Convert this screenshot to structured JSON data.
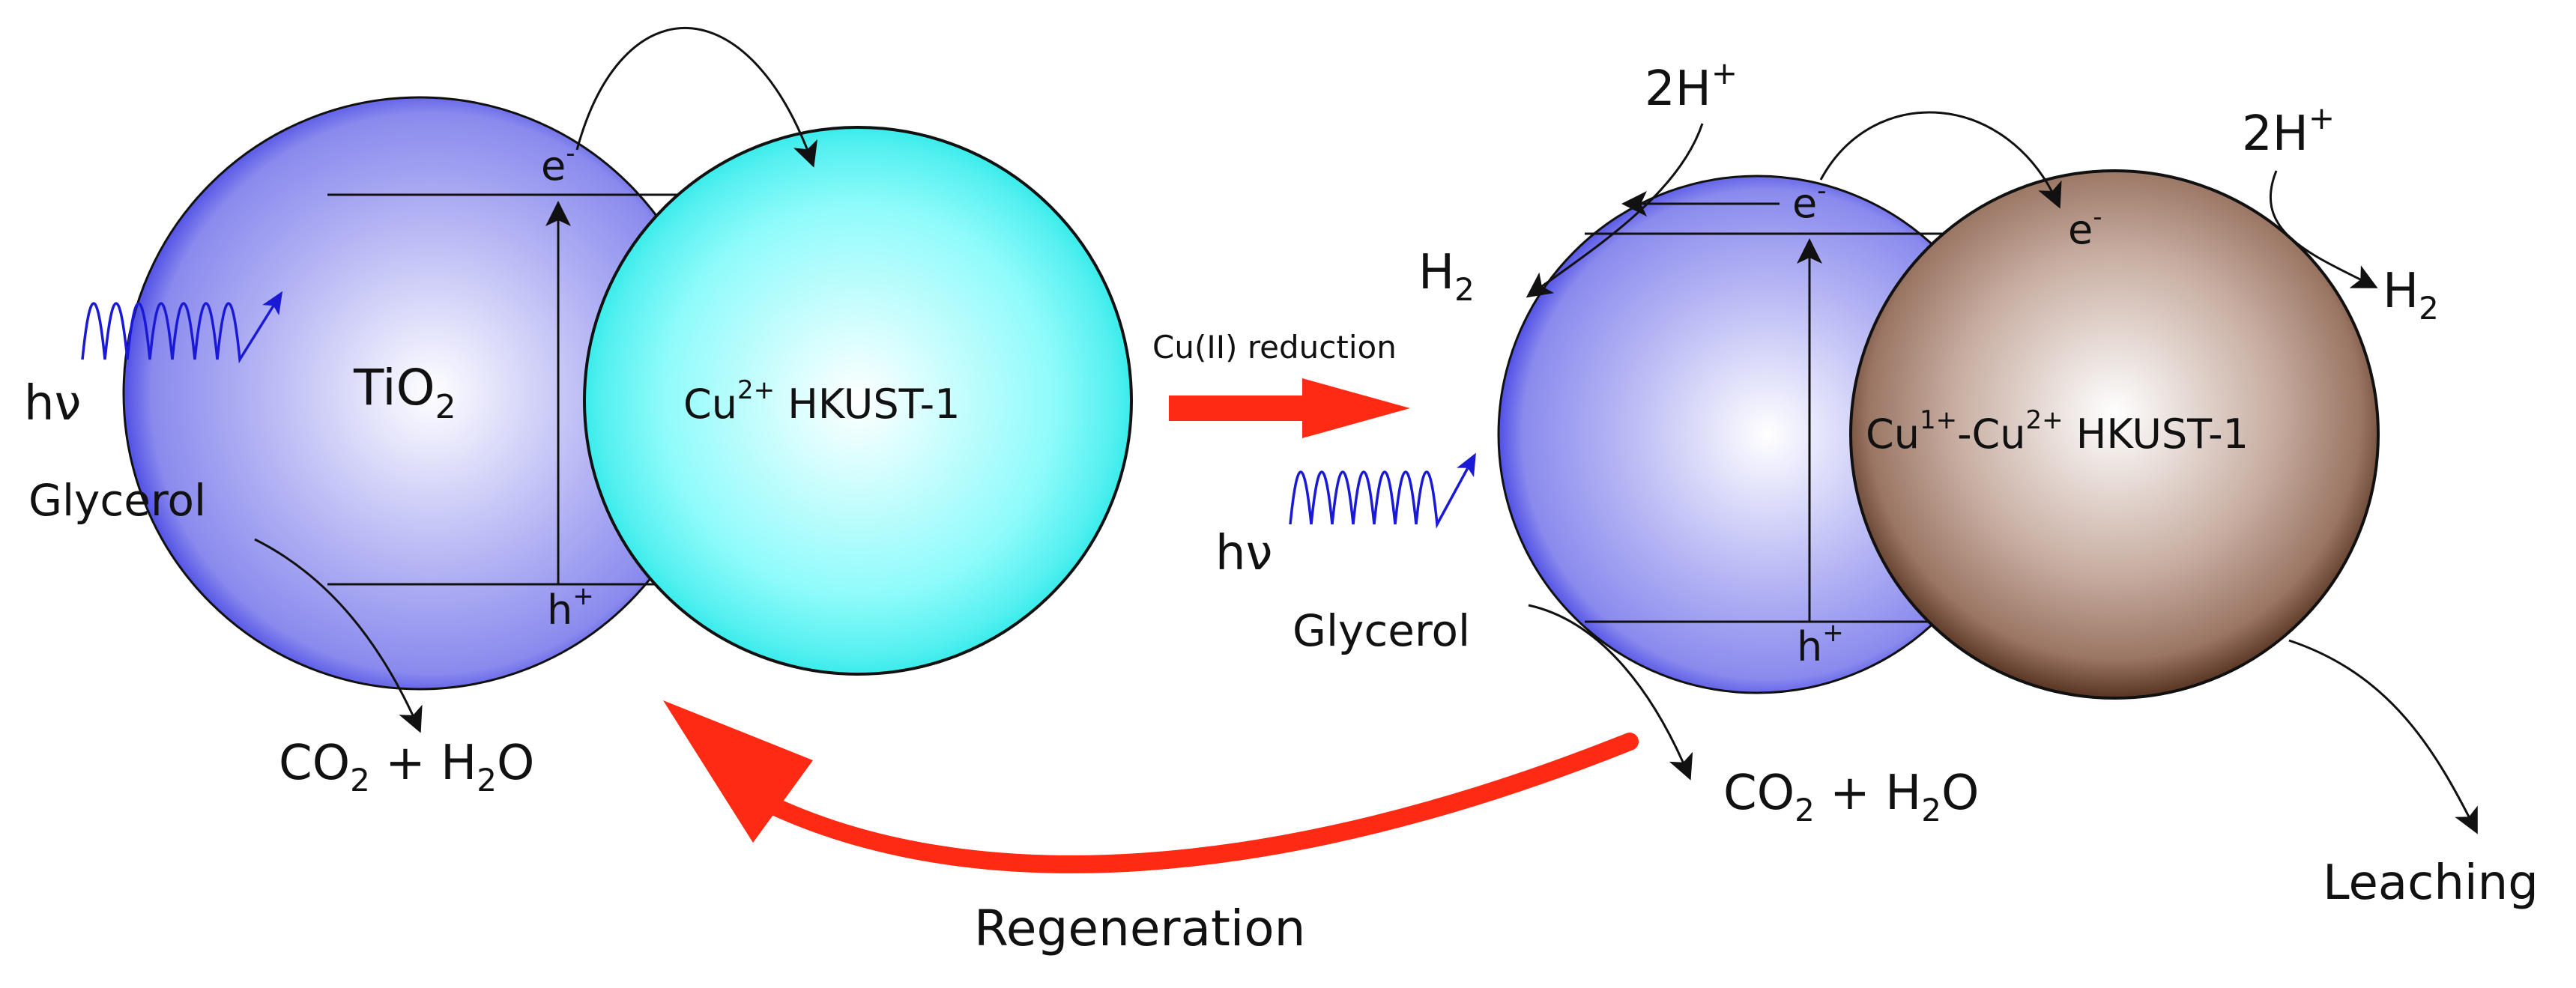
{
  "colors": {
    "tio2": "#3b3be6",
    "cu2": "#11e8e8",
    "mixed": "#5a3320",
    "arrow": "#ff2a14",
    "photon": "#1a1ad6"
  },
  "left": {
    "tio2_label": "TiO",
    "tio2_sub": "2",
    "mof_pre": "Cu",
    "mof_sup": "2+",
    "mof_post": " HKUST-1",
    "electron": "e",
    "electron_sup": "-",
    "hole": "h",
    "hole_sup": "+",
    "photon": "hν",
    "glycerol": "Glycerol",
    "product": {
      "a": "CO",
      "a_sub": "2",
      "b": " + H",
      "b_sub": "2",
      "c": "O"
    }
  },
  "right": {
    "mof_pre": "Cu",
    "mof_sup1": "1+",
    "mof_mid": "-Cu",
    "mof_sup2": "2+",
    "mof_post": " HKUST-1",
    "electron": "e",
    "electron_sup": "-",
    "hole": "h",
    "hole_sup": "+",
    "photon": "hν",
    "glycerol": "Glycerol",
    "product": {
      "a": "CO",
      "a_sub": "2",
      "b": " + H",
      "b_sub": "2",
      "c": "O"
    },
    "proton_left": {
      "main": "2H",
      "sup": "+"
    },
    "h2_left": {
      "main": "H",
      "sub": "2"
    },
    "proton_right": {
      "main": "2H",
      "sup": "+"
    },
    "h2_right": {
      "main": "H",
      "sub": "2"
    },
    "leaching": "Leaching"
  },
  "arrows": {
    "reduction": "Cu(II) reduction",
    "regeneration": "Regeneration"
  }
}
